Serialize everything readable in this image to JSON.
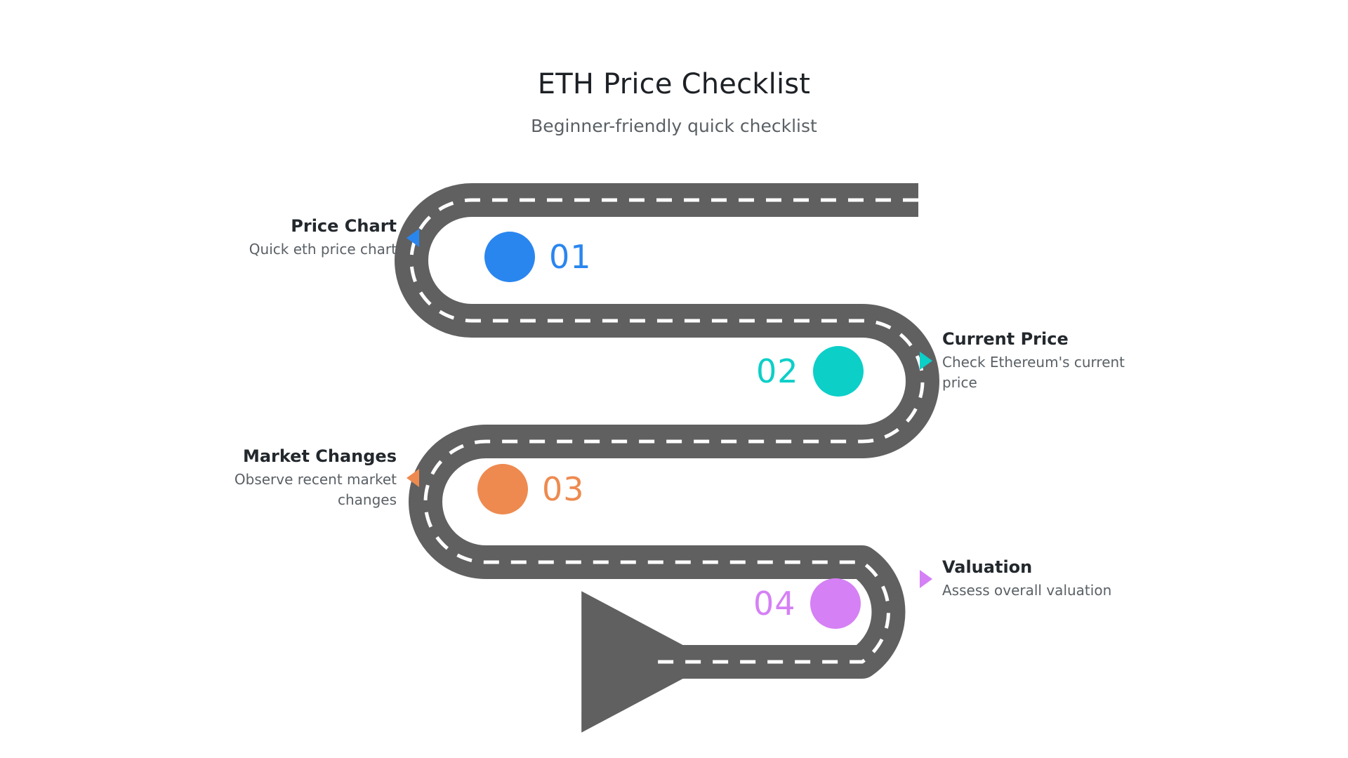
{
  "header": {
    "title": "ETH Price Checklist",
    "subtitle": "Beginner-friendly quick checklist"
  },
  "theme": {
    "road_color": "#606060",
    "road_dash_color": "#ffffff",
    "background": "#ffffff",
    "title_color": "#1d2125",
    "subtitle_color": "#5a6065",
    "label_title_color": "#23282d",
    "label_desc_color": "#5a6065"
  },
  "chart_data": {
    "type": "diagram",
    "title": "ETH Price Checklist",
    "subtitle": "Beginner-friendly quick checklist",
    "layout": "serpentine-road-timeline",
    "direction": "right-to-left-snake-ending-in-left-arrow",
    "step_count": 4,
    "steps": [
      {
        "number": "01",
        "title": "Price Chart",
        "description": "Quick eth price chart",
        "color": "#2a86ef",
        "side": "left",
        "pointer": "left",
        "number_position": "right-of-dot"
      },
      {
        "number": "02",
        "title": "Current Price",
        "description": "Check Ethereum's current price",
        "color": "#0ccfc8",
        "side": "right",
        "pointer": "right",
        "number_position": "left-of-dot"
      },
      {
        "number": "03",
        "title": "Market Changes",
        "description": "Observe recent market changes",
        "color": "#ee8a4f",
        "side": "left",
        "pointer": "left",
        "number_position": "right-of-dot"
      },
      {
        "number": "04",
        "title": "Valuation",
        "description": "Assess overall valuation",
        "color": "#d580f5",
        "side": "right",
        "pointer": "right",
        "number_position": "left-of-dot"
      }
    ]
  },
  "steps": [
    {
      "number": "01",
      "title": "Price Chart",
      "description": "Quick eth price chart",
      "color": "#2a86ef"
    },
    {
      "number": "02",
      "title": "Current Price",
      "description": "Check Ethereum's current price",
      "color": "#0ccfc8"
    },
    {
      "number": "03",
      "title": "Market Changes",
      "description": "Observe recent market changes",
      "color": "#ee8a4f"
    },
    {
      "number": "04",
      "title": "Valuation",
      "description": "Assess overall valuation",
      "color": "#d580f5"
    }
  ]
}
